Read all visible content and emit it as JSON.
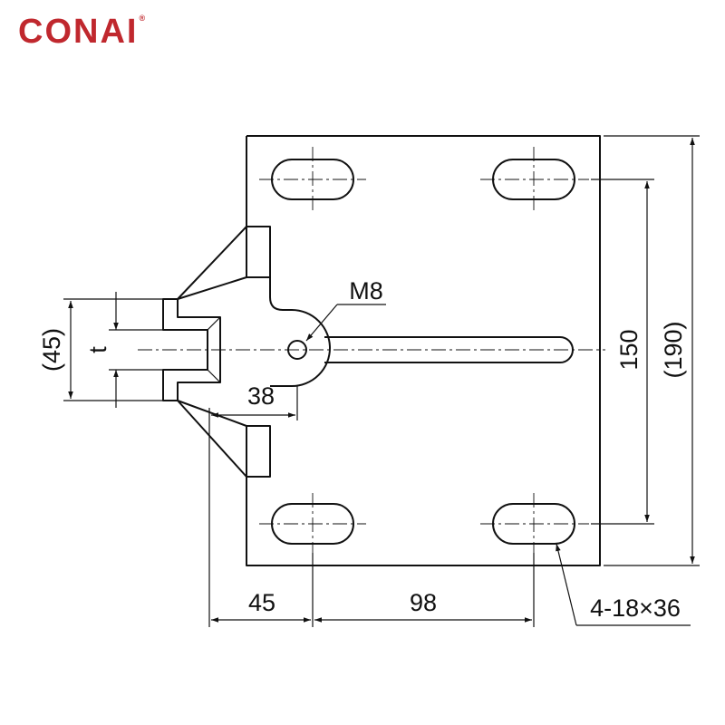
{
  "brand": {
    "name": "CONAI",
    "mark": "®",
    "color": "#c0282e"
  },
  "dimensions": {
    "thread": "M8",
    "depth": "38",
    "left_offset": "45",
    "hole_spacing_h": "98",
    "hole_spacing_v": "150",
    "plate_height": "(190)",
    "jaw_height": "(45)",
    "thickness": "t",
    "slots": "4-18×36"
  }
}
